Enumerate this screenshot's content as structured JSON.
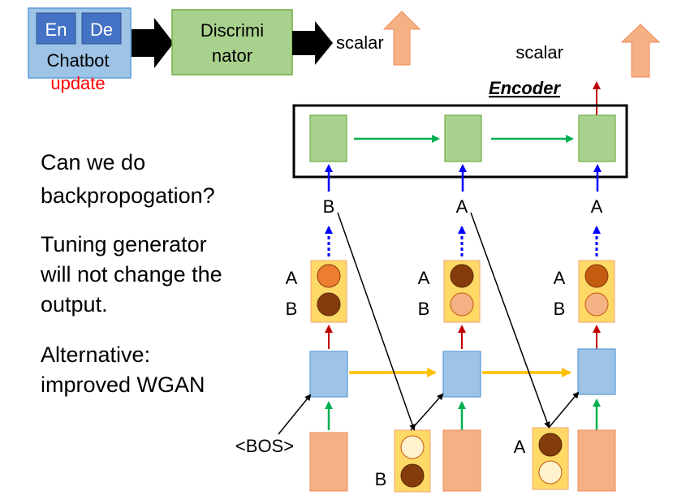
{
  "chatbot": {
    "en": "En",
    "de": "De",
    "label": "Chatbot",
    "update": "update"
  },
  "discriminator": {
    "line1": "Discrimi",
    "line2": "nator"
  },
  "scalar_top": "scalar",
  "scalar_right": "scalar",
  "encoder_label": "Encoder",
  "tokens": {
    "t1": "B",
    "t2": "A",
    "t3": "A"
  },
  "bos": "<BOS>",
  "dist_labels": {
    "a": "A",
    "b": "B"
  },
  "input_labels": {
    "b": "B",
    "a": "A"
  },
  "text": {
    "q1": "Can we do",
    "q2": "backpropogation?",
    "tune1": "Tuning generator",
    "tune2": "will not change the",
    "tune3": "output.",
    "alt1": "Alternative:",
    "alt2": "improved WGAN"
  },
  "colors": {
    "blue_box": "#9dc3e6",
    "blue_inner": "#4472c4",
    "green_box": "#a9d18e",
    "orange_box": "#f4b183",
    "yellow_box": "#ffd966",
    "red_text": "#ff0000",
    "red_arrow": "#c00000",
    "green_arrow": "#00b050",
    "blue_arrow": "#0000ff",
    "gold_arrow": "#ffc000"
  }
}
